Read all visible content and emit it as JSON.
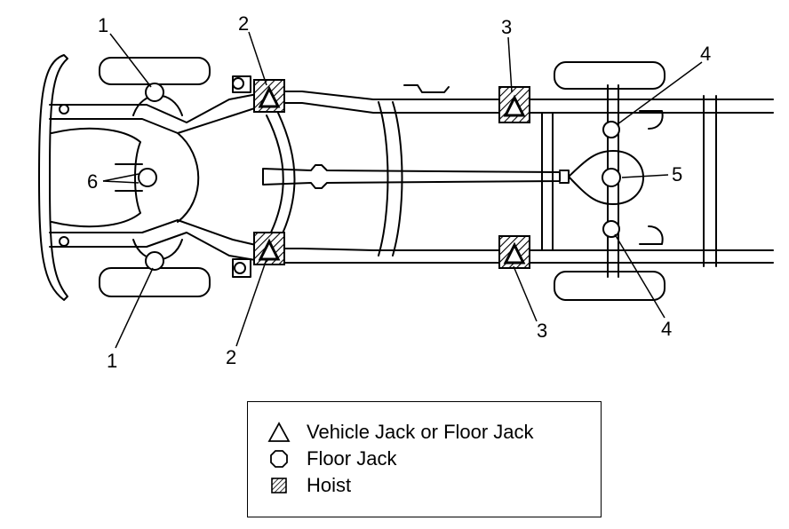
{
  "callouts": {
    "c1_top": "1",
    "c1_bottom": "1",
    "c2_top": "2",
    "c2_bottom": "2",
    "c3_top": "3",
    "c3_bottom": "3",
    "c4_top": "4",
    "c4_bottom": "4",
    "c5": "5",
    "c6": "6"
  },
  "legend": {
    "items": [
      {
        "symbol": "triangle-icon",
        "label": "Vehicle Jack or Floor Jack"
      },
      {
        "symbol": "octagon-icon",
        "label": "Floor Jack"
      },
      {
        "symbol": "hatched-square-icon",
        "label": "Hoist"
      }
    ]
  }
}
